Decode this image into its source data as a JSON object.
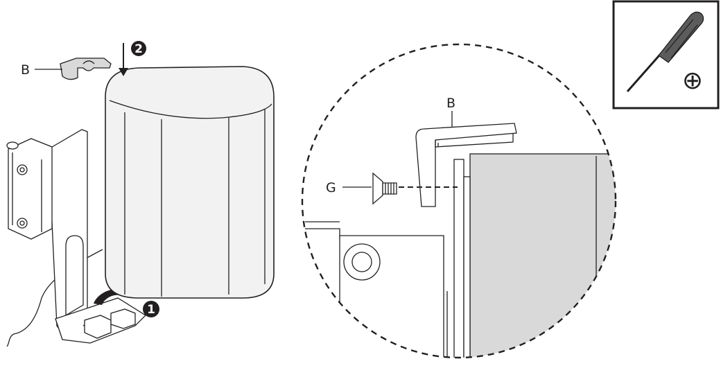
{
  "labels": {
    "part_b_left": "B",
    "part_b_detail": "B",
    "part_g_detail": "G"
  },
  "steps": {
    "step_one": "1",
    "step_two": "2"
  },
  "tool_icon": {
    "name": "phillips-screwdriver-icon",
    "symbol": "⊕"
  },
  "colors": {
    "line": "#231f20",
    "shade": "#d9d9d9",
    "speaker_body": "#f2f2f2"
  }
}
